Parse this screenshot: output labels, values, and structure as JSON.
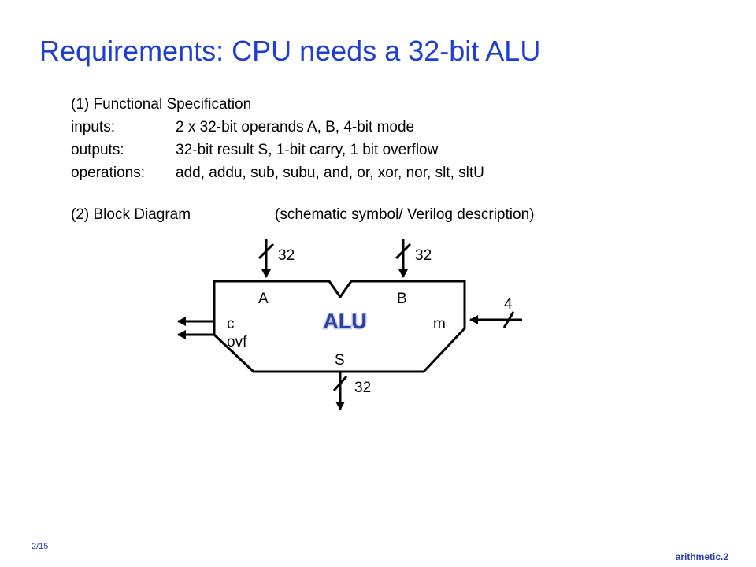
{
  "slide": {
    "title": "Requirements: CPU needs a 32-bit ALU",
    "spec": {
      "heading": "(1) Functional Specification",
      "rows": [
        {
          "label": "inputs:",
          "value": "2 x 32-bit operands A, B, 4-bit mode"
        },
        {
          "label": "outputs:",
          "value": "32-bit result S, 1-bit carry, 1 bit overflow"
        },
        {
          "label": "operations:",
          "value": "add, addu, sub, subu, and, or, xor, nor, slt, sltU"
        }
      ]
    },
    "block": {
      "heading": "(2) Block Diagram",
      "note": "(schematic symbol/ Verilog description)"
    },
    "footer": {
      "page": "2/15",
      "name": "arithmetic.2"
    }
  },
  "diagram": {
    "alu_label": "ALU",
    "alu_label_color": "#2b3fa6",
    "ports": {
      "a": "A",
      "b": "B",
      "s": "S",
      "c": "c",
      "ovf": "ovf",
      "m": "m"
    },
    "bus_widths": {
      "a": "32",
      "b": "32",
      "s": "32",
      "m": "4"
    }
  }
}
